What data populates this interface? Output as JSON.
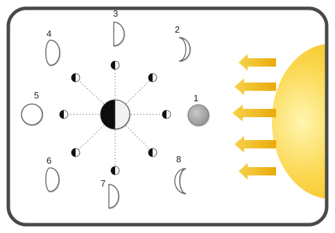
{
  "diagram": {
    "labels": {
      "n1": "1",
      "n2": "2",
      "n3": "3",
      "n4": "4",
      "n5": "5",
      "n6": "6",
      "n7": "7",
      "n8": "8"
    },
    "colors": {
      "frame": "#4a4a4a",
      "sun": "#f4c21a",
      "arrow": "#f1b81c",
      "full_moon": "#a9a9a9",
      "earth_dark": "#111111"
    }
  }
}
